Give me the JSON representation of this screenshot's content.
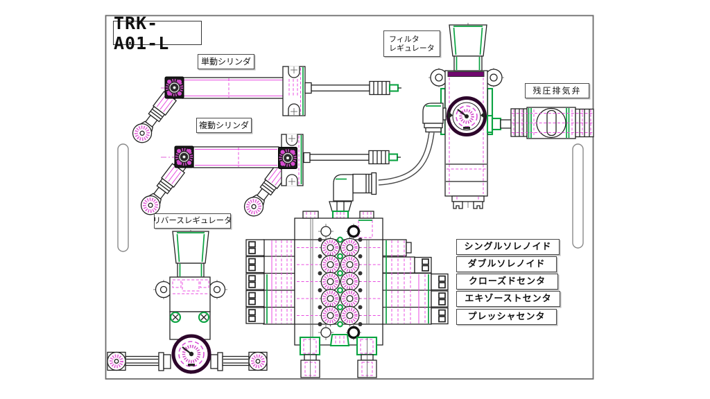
{
  "title": "TRK-A01-L",
  "labels": {
    "single_cylinder": "単動シリンダ",
    "double_cylinder": "複動シリンダ",
    "filter_regulator_line1": "フィルタ",
    "filter_regulator_line2": "レギュレータ",
    "residual_exhaust_valve": "残圧排気弁",
    "reverse_regulator": "リバースレギュレータ"
  },
  "valve_labels": [
    {
      "label": "シングルソレノイド"
    },
    {
      "label": "ダブルソレノイド"
    },
    {
      "label": "クローズドセンタ"
    },
    {
      "label": "エキゾーストセンタ"
    },
    {
      "label": "プレッシャセンタ"
    }
  ],
  "colors": {
    "line": "#222222",
    "magenta": "#e84be0",
    "green": "#0aa341",
    "dark_purple": "#70086e",
    "panel_border": "#6b6b6b"
  }
}
